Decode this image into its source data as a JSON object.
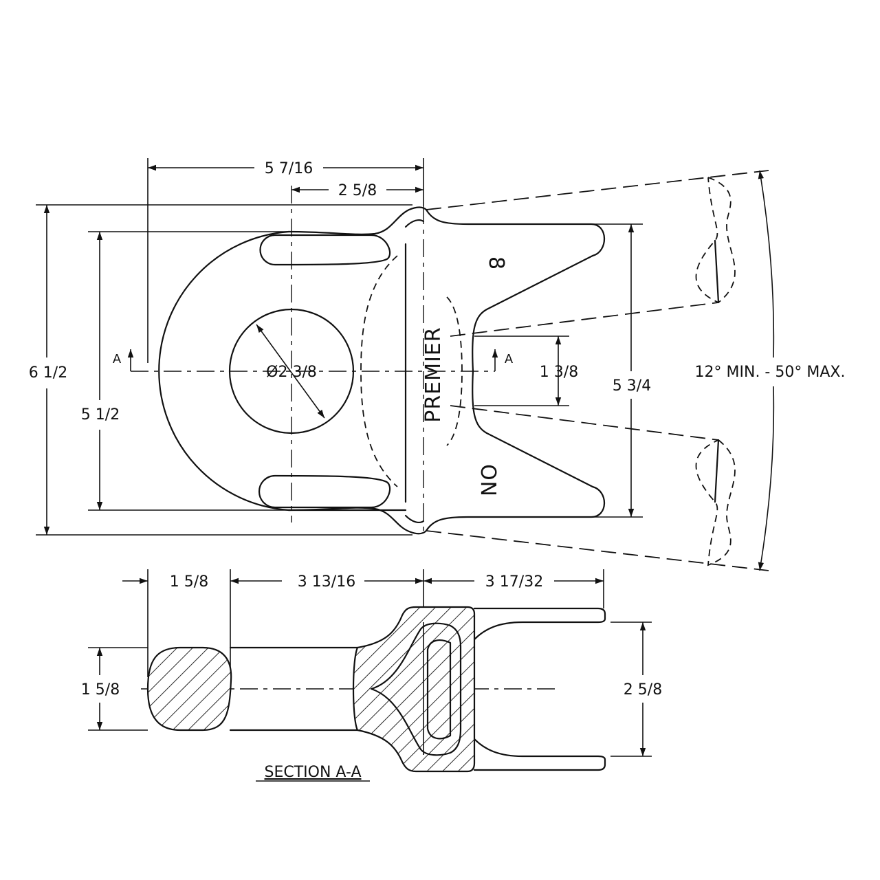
{
  "top_view": {
    "dimensions": {
      "overall_width": "5 7/16",
      "offset_to_center": "2 5/8",
      "overall_height": "6 1/2",
      "inner_height": "5 1/2",
      "bore_diameter": "Ø2 3/8",
      "slot_width": "1 3/8",
      "fork_height": "5 3/4",
      "angle_range": "12° MIN. - 50° MAX."
    },
    "section_marks": {
      "left": "A",
      "right": "A"
    },
    "stamp": {
      "brand": "PREMIER",
      "model": "NO",
      "number": "8"
    }
  },
  "section_view": {
    "title": "SECTION A-A",
    "dimensions": {
      "rod_width": "1 5/8",
      "neck_length": "3 13/16",
      "fork_length": "3 17/32",
      "rod_height": "1 5/8",
      "fork_height": "2 5/8"
    }
  }
}
